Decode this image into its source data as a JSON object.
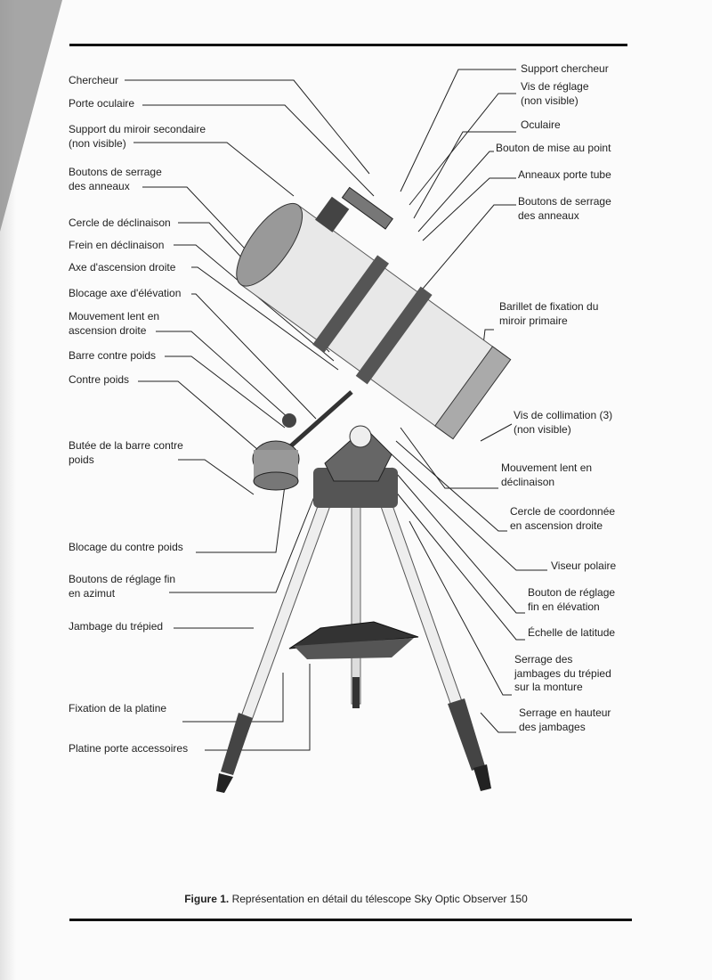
{
  "left_labels": [
    {
      "lines": [
        "Chercheur"
      ]
    },
    {
      "lines": [
        "Porte oculaire"
      ]
    },
    {
      "lines": [
        "Support du miroir secondaire",
        "(non visible)"
      ]
    },
    {
      "lines": [
        "Boutons de serrage",
        "des anneaux"
      ]
    },
    {
      "lines": [
        "Cercle de déclinaison"
      ]
    },
    {
      "lines": [
        "Frein en déclinaison"
      ]
    },
    {
      "lines": [
        "Axe d'ascension droite"
      ]
    },
    {
      "lines": [
        "Blocage axe d'élévation"
      ]
    },
    {
      "lines": [
        "Mouvement lent en",
        "ascension droite"
      ]
    },
    {
      "lines": [
        "Barre contre poids"
      ]
    },
    {
      "lines": [
        "Contre poids"
      ]
    },
    {
      "lines": [
        "Butée de la barre contre",
        "poids"
      ]
    },
    {
      "lines": [
        "Blocage du contre poids"
      ]
    },
    {
      "lines": [
        "Boutons de réglage fin",
        "en azimut"
      ]
    },
    {
      "lines": [
        "Jambage du trépied"
      ]
    },
    {
      "lines": [
        "Fixation de la platine"
      ]
    },
    {
      "lines": [
        "Platine porte accessoires"
      ]
    }
  ],
  "right_labels": [
    {
      "lines": [
        "Support chercheur"
      ]
    },
    {
      "lines": [
        "Vis de réglage",
        "(non visible)"
      ]
    },
    {
      "lines": [
        "Oculaire"
      ]
    },
    {
      "lines": [
        "Bouton de mise au point"
      ]
    },
    {
      "lines": [
        "Anneaux porte tube"
      ]
    },
    {
      "lines": [
        "Boutons de serrage",
        "des anneaux"
      ]
    },
    {
      "lines": [
        "Barillet de fixation du",
        "miroir primaire"
      ]
    },
    {
      "lines": [
        "Vis de collimation (3)",
        "(non visible)"
      ]
    },
    {
      "lines": [
        "Mouvement lent en",
        "déclinaison"
      ]
    },
    {
      "lines": [
        "Cercle de coordonnée",
        "en ascension droite"
      ]
    },
    {
      "lines": [
        "Viseur polaire"
      ]
    },
    {
      "lines": [
        "Bouton de réglage",
        "fin en élévation"
      ]
    },
    {
      "lines": [
        "Échelle de latitude"
      ]
    },
    {
      "lines": [
        "Serrage des",
        "jambages du trépied",
        "sur la monture"
      ]
    },
    {
      "lines": [
        "Serrage en hauteur",
        "des jambages"
      ]
    }
  ],
  "caption": {
    "figure": "Figure 1.",
    "text": " Représentation en détail du télescope Sky Optic Observer 150"
  }
}
